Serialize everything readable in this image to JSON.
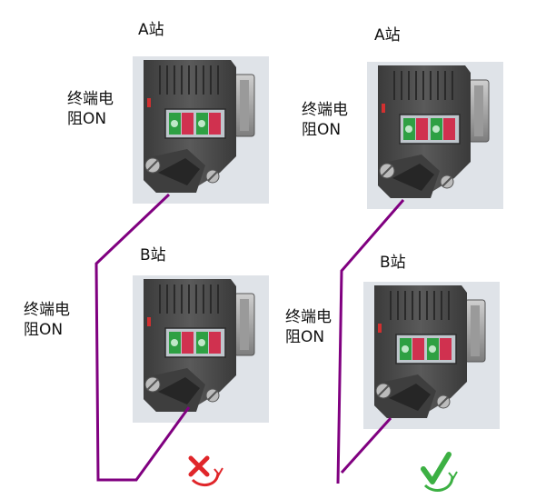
{
  "colors": {
    "cable": "#800080",
    "connector_body": "#4a4a4a",
    "panel_bg": "#dfe3e8",
    "cross_red": "#e0262a",
    "check_green": "#3cb043",
    "led_green": "#2ea043",
    "led_red": "#d0314f"
  },
  "left": {
    "station_a": "A站",
    "station_b": "B站",
    "term_a_line1": "终端电",
    "term_a_line2": "阻ON",
    "term_b_line1": "终端电",
    "term_b_line2": "阻ON",
    "mark_icon": "red-cross-icon"
  },
  "right": {
    "station_a": "A站",
    "station_b": "B站",
    "term_a_line1": "终端电",
    "term_a_line2": "阻ON",
    "term_b_line1": "终端电",
    "term_b_line2": "阻ON",
    "mark_icon": "green-check-icon"
  }
}
